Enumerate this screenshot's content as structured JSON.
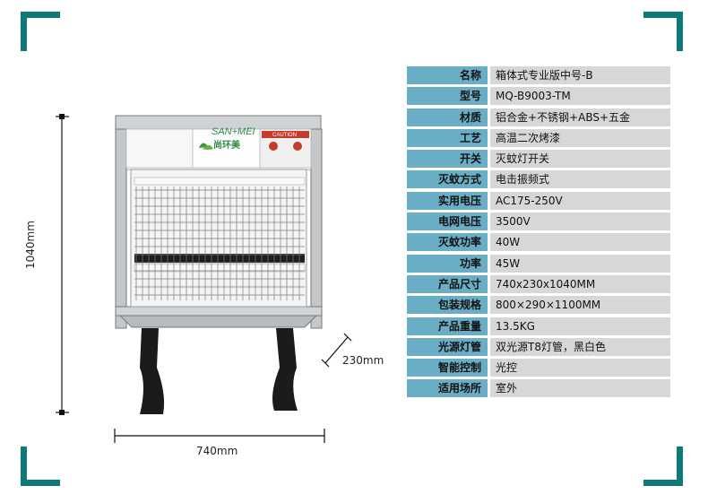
{
  "specs": [
    {
      "label": "名称",
      "value": "箱体式专业版中号-B"
    },
    {
      "label": "型号",
      "value": "MQ-B9003-TM"
    },
    {
      "label": "材质",
      "value": "铝合金+不锈钢+ABS+五金"
    },
    {
      "label": "工艺",
      "value": "高温二次烤漆"
    },
    {
      "label": "开关",
      "value": "灭蚊灯开关"
    },
    {
      "label": "灭蚊方式",
      "value": "电击振频式"
    },
    {
      "label": "实用电压",
      "value": "AC175-250V"
    },
    {
      "label": "电网电压",
      "value": "3500V"
    },
    {
      "label": "灭蚊功率",
      "value": "40W"
    },
    {
      "label": "功率",
      "value": "45W"
    },
    {
      "label": "产品尺寸",
      "value": "740x230x1040MM"
    },
    {
      "label": "包装规格",
      "value": "800×290×1100MM"
    },
    {
      "label": "产品重量",
      "value": "13.5KG"
    },
    {
      "label": "光源灯管",
      "value": "双光源T8灯管，黑白色"
    },
    {
      "label": "智能控制",
      "value": "光控"
    },
    {
      "label": "适用场所",
      "value": "室外"
    }
  ],
  "dimensions": {
    "height": "1040mm",
    "depth": "230mm",
    "width": "740mm"
  },
  "product_panel": {
    "brand": "SAN+MEI",
    "brand_cn": "尚环美",
    "warning": "CAUTION"
  },
  "colors": {
    "accent": "#0f7878",
    "label_bg": "#6aaec6",
    "value_bg": "#d7d7d7"
  }
}
